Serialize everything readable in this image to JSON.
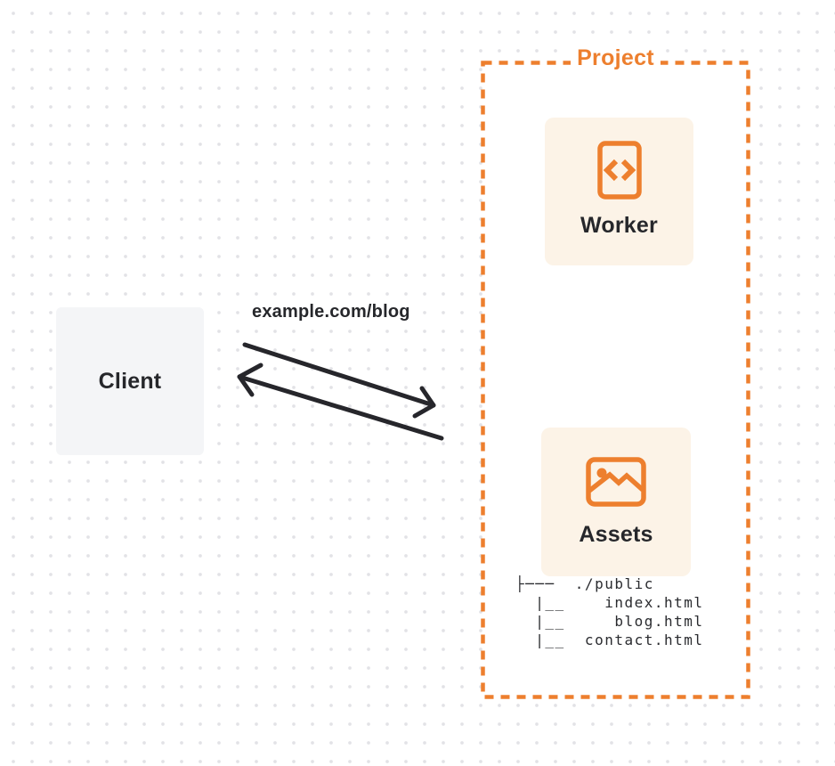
{
  "colors": {
    "accent": "#ED7F2E",
    "card_bg": "#FCF3E7",
    "client_bg": "#F4F5F7",
    "text": "#26272B",
    "arrow": "#26262B",
    "dot": "#E2E2E6"
  },
  "client": {
    "label": "Client"
  },
  "request": {
    "label": "example.com/blog"
  },
  "project": {
    "title": "Project",
    "worker": {
      "label": "Worker",
      "icon": "code-icon"
    },
    "assets": {
      "label": "Assets",
      "icon": "image-icon"
    },
    "file_tree": {
      "lines": [
        "├───  ./public",
        "  |__    index.html",
        "  |__     blog.html",
        "  |__  contact.html"
      ]
    }
  }
}
